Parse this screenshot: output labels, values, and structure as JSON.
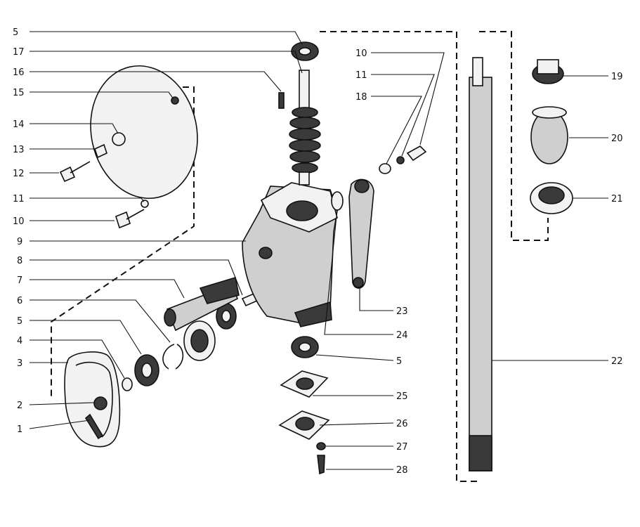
{
  "labels_left": [
    "5",
    "17",
    "16",
    "15",
    "14",
    "13",
    "12",
    "11",
    "10",
    "9",
    "8",
    "7",
    "6",
    "5",
    "4",
    "3",
    "2",
    "1"
  ],
  "labels_right": [
    "10",
    "11",
    "18",
    "23",
    "24",
    "5",
    "25",
    "26",
    "27",
    "28"
  ],
  "labels_far_right": [
    "19",
    "20",
    "21",
    "22"
  ]
}
